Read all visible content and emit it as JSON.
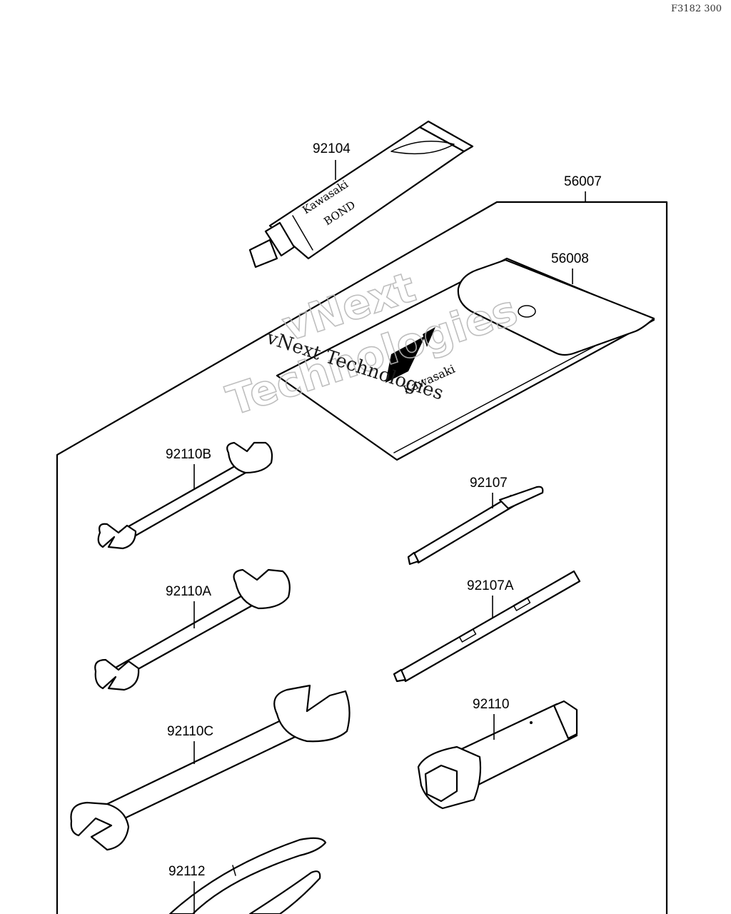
{
  "header": {
    "ref_code": "F3182 300"
  },
  "parts": {
    "p92104": "92104",
    "p56007": "56007",
    "p56008": "56008",
    "p92110B": "92110B",
    "p92107": "92107",
    "p92110A": "92110A",
    "p92107A": "92107A",
    "p92110C": "92110C",
    "p92110": "92110",
    "p92112": "92112"
  },
  "tube_print": {
    "line1": "Kawasaki",
    "line2": "BOND"
  },
  "bag_print": {
    "brand": "Kawasaki"
  },
  "watermark": {
    "line1": "vNext",
    "line2": "Technologies",
    "overlay": "vNext Technologies"
  }
}
